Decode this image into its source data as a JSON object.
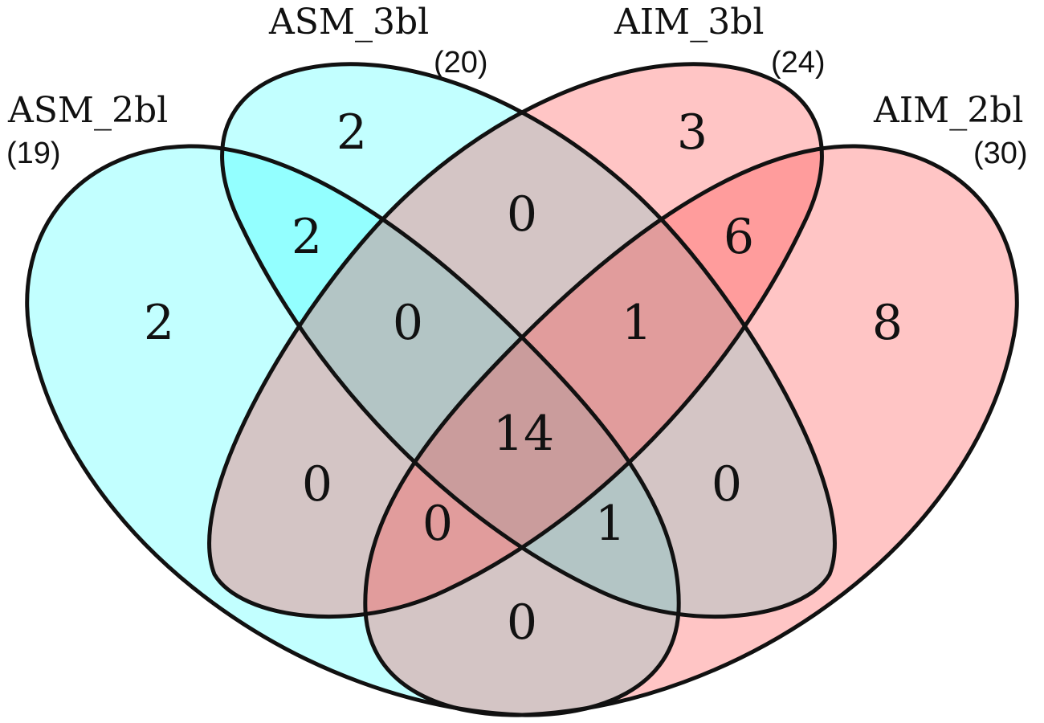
{
  "colors": {
    "asm_fill": "#00FFFF",
    "aim_fill": "#FF4040",
    "outline": "#111111",
    "background": "#ffffff"
  },
  "sets": {
    "asm_2bl": {
      "label": "ASM_2bl",
      "count": "(19)"
    },
    "asm_3bl": {
      "label": "ASM_3bl",
      "count": "(20)"
    },
    "aim_3bl": {
      "label": "AIM_3bl",
      "count": "(24)"
    },
    "aim_2bl": {
      "label": "AIM_2bl",
      "count": "(30)"
    }
  },
  "regions": {
    "only_asm_2bl": "2",
    "only_asm_3bl": "2",
    "only_aim_3bl": "3",
    "only_aim_2bl": "8",
    "asm_2bl_asm_3bl": "2",
    "asm_3bl_aim_3bl": "0",
    "aim_3bl_aim_2bl": "6",
    "asm_2bl_aim_2bl": "0",
    "asm_2bl_asm_3bl_aim_3bl": "0",
    "asm_3bl_aim_3bl_aim_2bl": "1",
    "asm_2bl_aim_3bl": "0",
    "asm_3bl_aim_2bl": "0",
    "asm_2bl_aim_3bl_aim_2bl": "0",
    "asm_2bl_asm_3bl_aim_2bl": "1",
    "all_four": "14"
  }
}
